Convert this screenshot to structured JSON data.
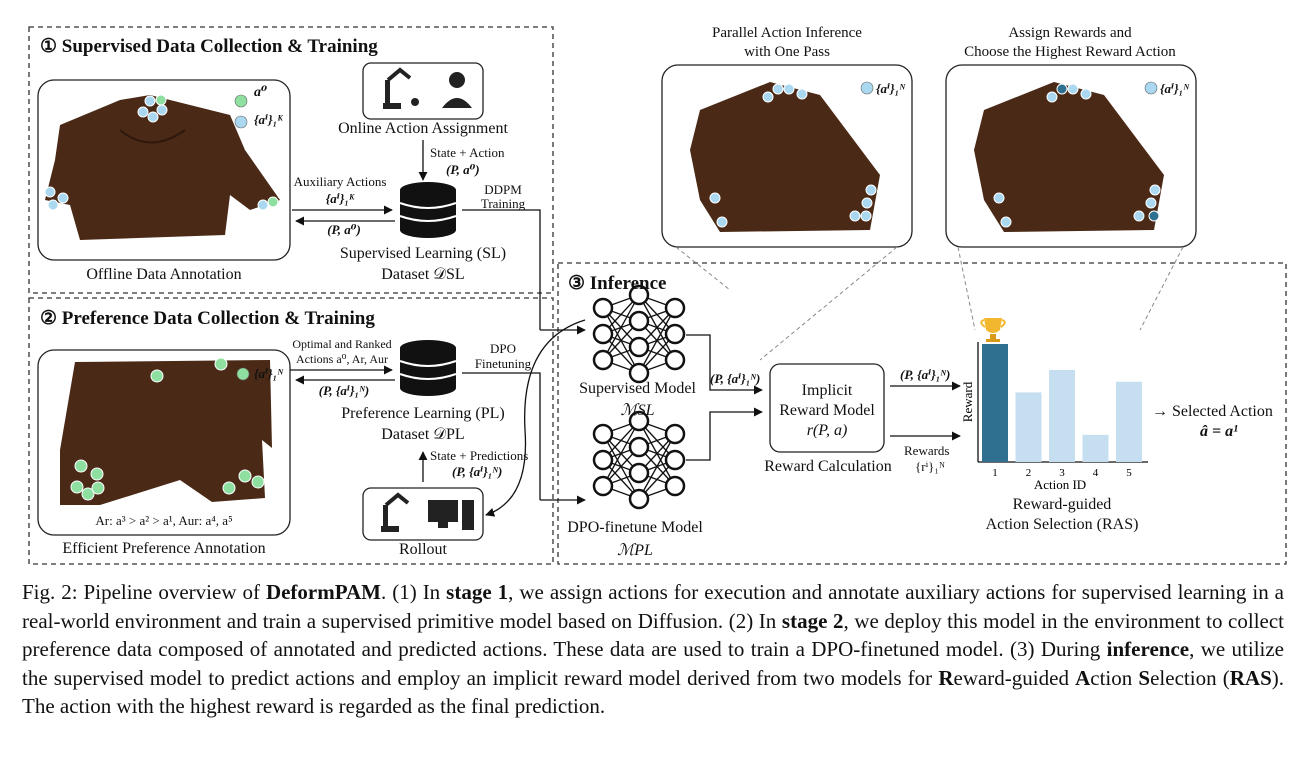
{
  "panels": {
    "p1_title": "① Supervised Data Collection & Training",
    "p2_title": "② Preference Data Collection & Training",
    "p3_title": "③ Inference"
  },
  "stage1": {
    "offline_label": "Offline Data Annotation",
    "online_label": "Online Action Assignment",
    "state_action": "State + Action",
    "state_action_math": "(P, a⁰)",
    "aux_actions": "Auxiliary Actions",
    "aux_math": "{aⁱ}₁ᴷ",
    "back_math": "(P, a⁰)",
    "ddpm": "DDPM",
    "training": "Training",
    "sl_dataset": "Supervised Learning (SL)",
    "sl_dataset2": "Dataset 𝒟SL",
    "legend_a0": "a⁰",
    "legend_ai": "{aⁱ}₁ᴷ"
  },
  "stage2": {
    "optimal": "Optimal and Ranked",
    "actions_line": "Actions a⁰, Ar, Aur",
    "back_math": "(P, {aⁱ}₁ᴺ)",
    "dpo": "DPO",
    "finetuning": "Finetuning",
    "pl_dataset": "Preference Learning (PL)",
    "pl_dataset2": "Dataset 𝒟PL",
    "state_pred": "State + Predictions",
    "state_pred_math": "(P, {aⁱ}₁ᴺ)",
    "rollout": "Rollout",
    "efficient_label": "Efficient Preference Annotation",
    "rank_text": "Ar: a³ > a² > a¹, Aur: a⁴, a⁵",
    "legend_ai": "{aⁱ}₁ᴺ"
  },
  "stage3": {
    "parallel_title1": "Parallel Action Inference",
    "parallel_title2": "with One Pass",
    "assign_title1": "Assign Rewards and",
    "assign_title2": "Choose the Highest Reward Action",
    "legend_ai": "{aⁱ}₁ᴺ",
    "sup_model": "Supervised Model",
    "sup_model_math": "ℳSL",
    "dpo_model": "DPO-finetune Model",
    "dpo_model_math": "ℳPL",
    "in_math": "(P, {aⁱ}₁ᴺ)",
    "implicit1": "Implicit",
    "implicit2": "Reward Model",
    "implicit3": "r(P, a)",
    "reward_calc": "Reward Calculation",
    "out_math": "(P, {aⁱ}₁ᴺ)",
    "rewards": "Rewards",
    "rewards_math": "{rⁱ}₁ᴺ",
    "selected": "→ Selected Action",
    "selected_math": "â = a¹",
    "ras1": "Reward-guided",
    "ras2": "Action Selection (RAS)"
  },
  "chart_data": {
    "type": "bar",
    "categories": [
      "1",
      "2",
      "3",
      "4",
      "5"
    ],
    "values": [
      1.0,
      0.59,
      0.78,
      0.23,
      0.68
    ],
    "ylabel": "Reward",
    "xlabel": "Action ID",
    "highlight_index": 0,
    "colors": {
      "highlight": "#2f6f8f",
      "normal": "#c6dff0"
    }
  },
  "caption": {
    "p1": "Fig. 2: Pipeline overview of ",
    "b1": "DeformPAM",
    "p2": ". (1) In ",
    "b2": "stage 1",
    "p3": ", we assign actions for execution and annotate auxiliary actions for supervised learning in a real-world environment and train a supervised primitive model based on Diffusion. (2) In ",
    "b3": "stage 2",
    "p4": ", we deploy this model in the environment to collect preference data composed of annotated and predicted actions. These data are used to train a DPO-finetuned model. (3) During ",
    "b4": "inference",
    "p5": ", we utilize the supervised model to predict actions and employ an implicit reward model derived from two models for ",
    "b5": "R",
    "p6": "eward-guided ",
    "b6": "A",
    "p7": "ction ",
    "b7": "S",
    "p8": "election (",
    "b8": "RAS",
    "p9": "). The action with the highest reward is regarded as the final prediction."
  },
  "colors": {
    "shirt": "#4a2a17",
    "green": "#8fe0a0",
    "blue": "#a9d8f0",
    "bar_dark": "#2f6f8f",
    "bar_light": "#c6dff0"
  }
}
